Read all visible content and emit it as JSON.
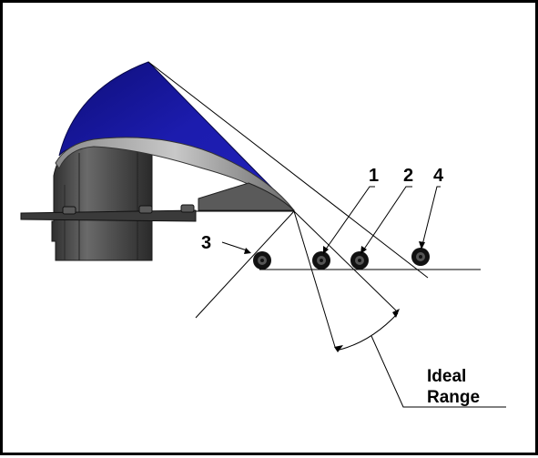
{
  "labels": {
    "position_1": "1",
    "position_2": "2",
    "position_3": "3",
    "position_4": "4",
    "range_line1": "Ideal",
    "range_line2": "Range"
  },
  "colors": {
    "deflector_blue": "#1a1a9e",
    "deflector_dark_blue": "#0d0d6b",
    "body_gray": "#4a4a4a",
    "plate_gray": "#3a3a3a",
    "line_black": "#000000"
  }
}
